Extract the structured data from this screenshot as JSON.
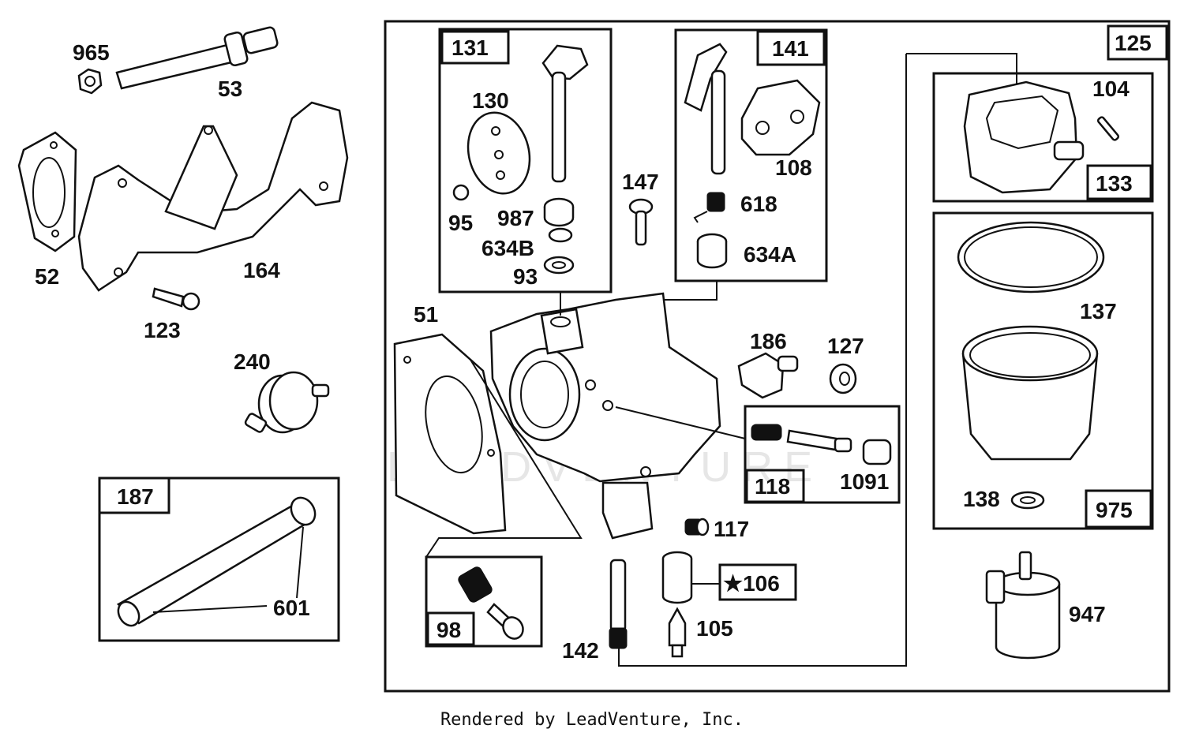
{
  "watermark": "LEADVENTURE",
  "footer": "Rendered by LeadVenture, Inc.",
  "boxes": {
    "b125": "125",
    "b131": "131",
    "b141": "141",
    "b133": "133",
    "b118": "118",
    "b975": "975",
    "b187": "187",
    "b98": "98",
    "b106": "★106"
  },
  "labels": {
    "l965": "965",
    "l53": "53",
    "l52": "52",
    "l164": "164",
    "l123": "123",
    "l240": "240",
    "l601": "601",
    "l130": "130",
    "l95": "95",
    "l987": "987",
    "l634B": "634B",
    "l93": "93",
    "l147": "147",
    "l108": "108",
    "l618": "618",
    "l634A": "634A",
    "l51": "51",
    "l186": "186",
    "l127": "127",
    "l1091": "1091",
    "l117": "117",
    "l105": "105",
    "l142": "142",
    "l104": "104",
    "l137": "137",
    "l138": "138",
    "l947": "947"
  }
}
